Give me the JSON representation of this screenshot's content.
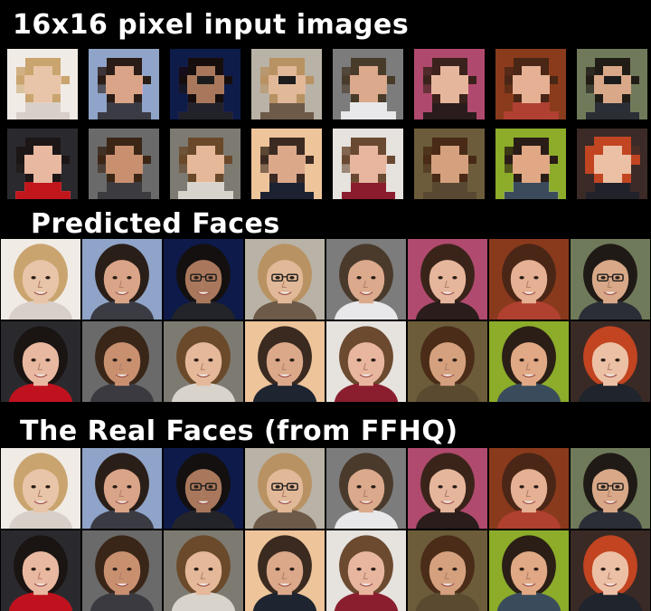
{
  "headings": {
    "input": "16x16 pixel input images",
    "predicted": "Predicted Faces",
    "real": "The Real Faces (from FFHQ)"
  },
  "faces": [
    {
      "bg": "#f1ebe6",
      "hair": "#c9a46e",
      "skin": "#e8c4a8",
      "shirt": "#d8d0c8",
      "glasses": false
    },
    {
      "bg": "#8fa4c8",
      "hair": "#2a1e18",
      "skin": "#d9a487",
      "shirt": "#3b3b44",
      "glasses": false
    },
    {
      "bg": "#0d1a4a",
      "hair": "#141010",
      "skin": "#a9785c",
      "shirt": "#22242a",
      "glasses": true
    },
    {
      "bg": "#b9b2a6",
      "hair": "#b89262",
      "skin": "#e1b898",
      "shirt": "#6d5a48",
      "glasses": true
    },
    {
      "bg": "#7c7c7c",
      "hair": "#4a3a2c",
      "skin": "#dba98c",
      "shirt": "#e8e8ea",
      "glasses": false
    },
    {
      "bg": "#b04a6e",
      "hair": "#3a241a",
      "skin": "#e6b69c",
      "shirt": "#2a1d1b",
      "glasses": false
    },
    {
      "bg": "#8a3a1c",
      "hair": "#4a2616",
      "skin": "#e5b093",
      "shirt": "#b04030",
      "glasses": false
    },
    {
      "bg": "#6f7a5a",
      "hair": "#201a16",
      "skin": "#d8a888",
      "shirt": "#2b2e36",
      "glasses": true
    },
    {
      "bg": "#2a2a2e",
      "hair": "#1a1412",
      "skin": "#e8b8a0",
      "shirt": "#c0121e",
      "glasses": false
    },
    {
      "bg": "#6a6a6a",
      "hair": "#3a2618",
      "skin": "#c99070",
      "shirt": "#3a3a40",
      "glasses": false
    },
    {
      "bg": "#7d7a72",
      "hair": "#6a4a2a",
      "skin": "#e4b899",
      "shirt": "#d8d4cc",
      "glasses": false
    },
    {
      "bg": "#eec49a",
      "hair": "#3a2a20",
      "skin": "#dba88a",
      "shirt": "#1e2430",
      "glasses": false
    },
    {
      "bg": "#e6e2de",
      "hair": "#6b4a30",
      "skin": "#e8b69e",
      "shirt": "#8a1e2e",
      "glasses": false
    },
    {
      "bg": "#6c5c3a",
      "hair": "#4a2c18",
      "skin": "#d4a07e",
      "shirt": "#5a4a30",
      "glasses": false
    },
    {
      "bg": "#8cac2a",
      "hair": "#2a1e16",
      "skin": "#e0a884",
      "shirt": "#3a4c5c",
      "glasses": false
    },
    {
      "bg": "#3a2a26",
      "hair": "#c24420",
      "skin": "#ecc0a4",
      "shirt": "#20242c",
      "glasses": false
    }
  ]
}
